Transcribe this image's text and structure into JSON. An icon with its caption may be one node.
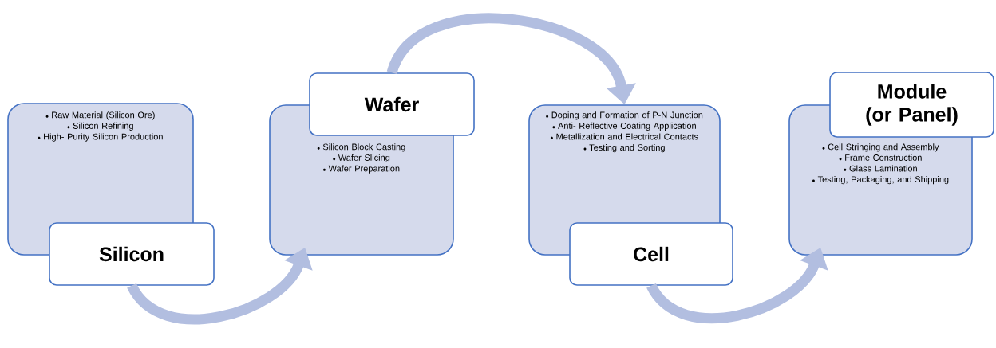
{
  "diagram": {
    "nodes": [
      {
        "text": [
          "Raw Material (Silicon Ore)",
          "Silicon Refining",
          "High- Purity Silicon Production"
        ]
      },
      {
        "text": [
          "Silicon"
        ]
      },
      {
        "text": [
          "Silicon Block Casting",
          "Wafer Slicing",
          "Wafer Preparation"
        ]
      },
      {
        "text": [
          "Wafer"
        ]
      },
      {
        "text": [
          "Doping and Formation of P-N Junction",
          "Anti- Reflective Coating Application",
          "Metallization and Electrical Contacts",
          "Testing and Sorting"
        ]
      },
      {
        "text": [
          "Cell"
        ]
      },
      {
        "text": [
          "Cell Stringing and Assembly",
          "Frame Construction",
          "Glass Lamination",
          "Testing, Packaging, and Shipping"
        ]
      },
      {
        "text": [
          "Module (or Panel)"
        ]
      }
    ],
    "edges": [
      {
        "from": 1,
        "to": 2,
        "arrow": "to"
      },
      {
        "from": 3,
        "to": 4,
        "arrow": "to"
      },
      {
        "from": 5,
        "to": 6,
        "arrow": "to"
      }
    ]
  }
}
